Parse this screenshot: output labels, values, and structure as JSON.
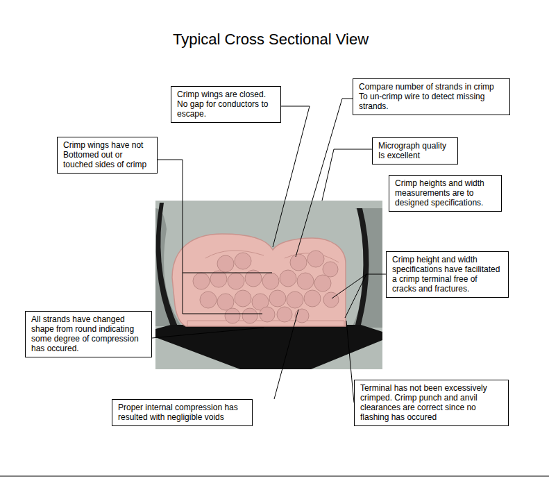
{
  "diagram": {
    "title": "Typical Cross Sectional View",
    "nodes": [
      {
        "text": [
          "Crimp wings are closed. No gap for conductors to escape."
        ]
      },
      {
        "text": [
          "Compare number of strands in crimp To un-crimp wire to detect missing strands."
        ]
      },
      {
        "text": [
          "Crimp wings have not Bottomed out or touched sides of crimp"
        ]
      },
      {
        "text": [
          "Micrograph quality Is excellent"
        ]
      },
      {
        "text": [
          "Crimp heights and width measurements are to designed specifications."
        ]
      },
      {
        "text": [
          "Crimp height and width specifications have facilitated a crimp terminal free of cracks and fractures."
        ]
      },
      {
        "text": [
          "All strands have changed shape from round indicating some degree of compression has occured."
        ]
      },
      {
        "text": [
          "Terminal has not been excessively crimped. Crimp punch and anvil clearances are correct since no flashing has occured"
        ]
      },
      {
        "text": [
          "Proper internal compression has resulted with negligible voids"
        ]
      }
    ]
  }
}
